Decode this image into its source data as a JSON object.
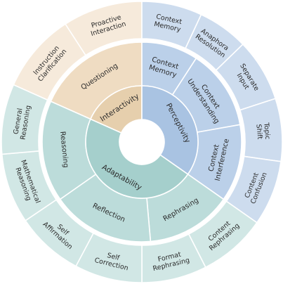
{
  "colors": {
    "interactivity": [
      "#e6cfad",
      "#efdcc2",
      "#f6eadb"
    ],
    "perceptivity": [
      "#a9c3e2",
      "#bbd0e9",
      "#cddcee"
    ],
    "adaptability": [
      "#a5cfcc",
      "#bcdcda",
      "#d1e7e5"
    ]
  },
  "rings": {
    "inner": [
      {
        "id": "interactivity",
        "label": "Interactivity",
        "start": -66,
        "end": 0
      },
      {
        "id": "perceptivity",
        "label": "Perceptivity",
        "start": 0,
        "end": 125
      },
      {
        "id": "adaptability",
        "label": "Adaptability",
        "start": 125,
        "end": 294
      }
    ],
    "middle": [
      {
        "group": "interactivity",
        "label": "Questioning",
        "start": -66,
        "end": 0
      },
      {
        "group": "perceptivity",
        "label": "Context\nMemory",
        "start": 0,
        "end": 33
      },
      {
        "group": "perceptivity",
        "label": "Context\nUnderstanding",
        "start": 33,
        "end": 80
      },
      {
        "group": "perceptivity",
        "label": "Context\nInterference",
        "start": 80,
        "end": 125
      },
      {
        "group": "adaptability",
        "label": "Rephrasing",
        "start": 125,
        "end": 175
      },
      {
        "group": "adaptability",
        "label": "Reflection",
        "start": 175,
        "end": 235
      },
      {
        "group": "adaptability",
        "label": "Reasoning",
        "start": 235,
        "end": 294
      }
    ],
    "outer": [
      {
        "group": "interactivity",
        "label": "Proactive\nInteraction",
        "start": -33,
        "end": 0
      },
      {
        "group": "interactivity",
        "label": "Instruction\nClarification",
        "start": -66,
        "end": -33
      },
      {
        "group": "perceptivity",
        "label": "Context\nMemory",
        "start": 0,
        "end": 25
      },
      {
        "group": "perceptivity",
        "label": "Anaphora\nResolution",
        "start": 25,
        "end": 46
      },
      {
        "group": "perceptivity",
        "label": "Separate\nInput",
        "start": 46,
        "end": 72
      },
      {
        "group": "perceptivity",
        "label": "Topic\nShift",
        "start": 72,
        "end": 98
      },
      {
        "group": "perceptivity",
        "label": "Content\nConfusion",
        "start": 98,
        "end": 125
      },
      {
        "group": "adaptability",
        "label": "Content\nRephrasing",
        "start": 125,
        "end": 153
      },
      {
        "group": "adaptability",
        "label": "Format\nRephrasing",
        "start": 153,
        "end": 180
      },
      {
        "group": "adaptability",
        "label": "Self\nCorrection",
        "start": 180,
        "end": 208
      },
      {
        "group": "adaptability",
        "label": "Self\nAffirmation",
        "start": 208,
        "end": 236
      },
      {
        "group": "adaptability",
        "label": "Mathematical\nReasoning",
        "start": 236,
        "end": 265
      },
      {
        "group": "adaptability",
        "label": "General\nReasoning",
        "start": 265,
        "end": 294
      }
    ]
  }
}
